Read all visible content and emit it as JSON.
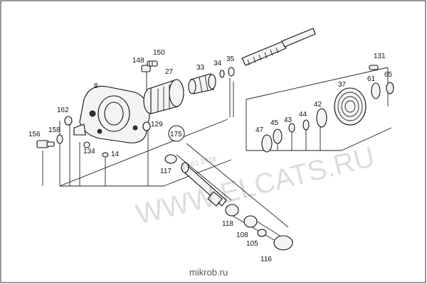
{
  "diagram": {
    "part_numbers": {
      "p8": "8",
      "p14": "14",
      "p27": "27",
      "p33": "33",
      "p34": "34",
      "p35": "35",
      "p37": "37",
      "p42": "42",
      "p43": "43",
      "p44": "44",
      "p45": "45",
      "p47": "47",
      "p61": "61",
      "p65": "65",
      "p105": "105",
      "p108": "108",
      "p116": "116",
      "p117": "117",
      "p118": "118",
      "p129": "129",
      "p131": "131",
      "p134": "134",
      "p148": "148",
      "p150": "150",
      "p156": "156",
      "p158": "158",
      "p162": "162",
      "p175": "175"
    },
    "watermark": "WWW.ELCATS.RU",
    "watermark_date": "19.01.2016",
    "footer_text": "mikrob.ru"
  }
}
